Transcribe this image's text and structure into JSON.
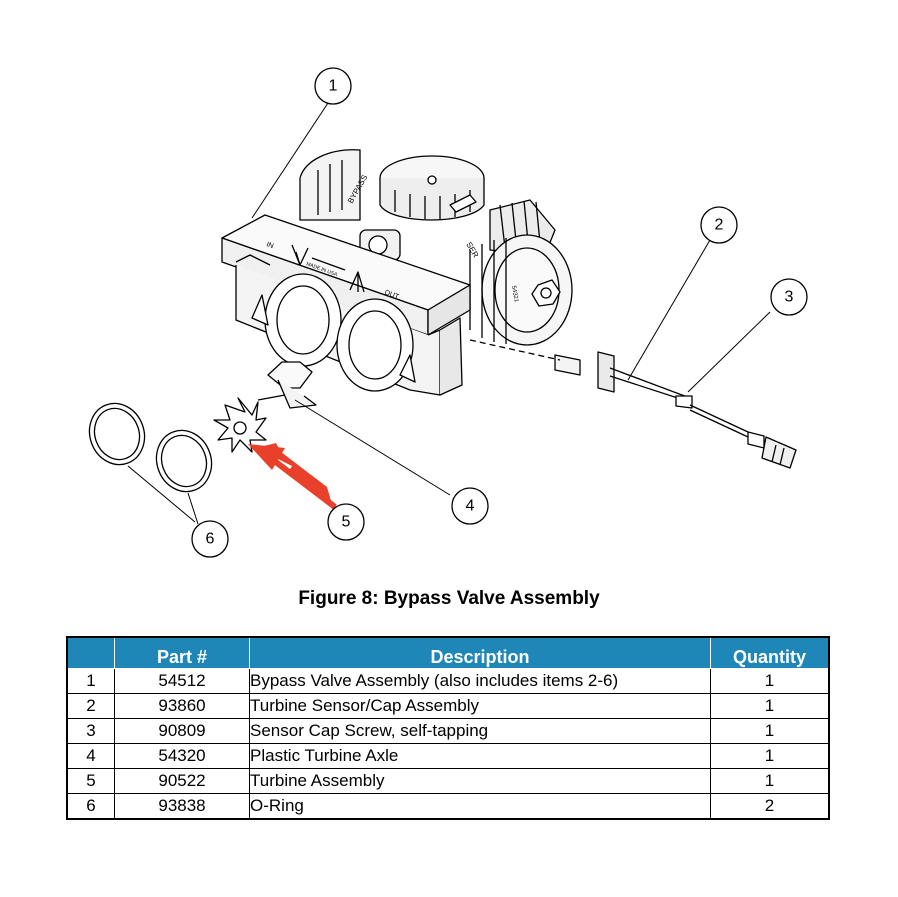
{
  "figure": {
    "caption": "Figure 8: Bypass Valve Assembly",
    "callouts": [
      "1",
      "2",
      "3",
      "4",
      "5",
      "6"
    ],
    "arrow_color": "#e8402a",
    "drawing_labels": {
      "in": "IN",
      "out": "OUT",
      "made_in": "MADE IN USA",
      "bypass": "BYPASS",
      "service": "SER",
      "part_number": "54321"
    }
  },
  "table": {
    "header_color": "#1f87b7",
    "headers": [
      "",
      "Part #",
      "Description",
      "Quantity"
    ],
    "rows": [
      {
        "item": "1",
        "part": "54512",
        "description": "Bypass Valve Assembly (also includes items 2-6)",
        "quantity": "1"
      },
      {
        "item": "2",
        "part": "93860",
        "description": "Turbine Sensor/Cap Assembly",
        "quantity": "1"
      },
      {
        "item": "3",
        "part": "90809",
        "description": "Sensor Cap Screw, self-tapping",
        "quantity": "1"
      },
      {
        "item": "4",
        "part": "54320",
        "description": "Plastic Turbine Axle",
        "quantity": "1"
      },
      {
        "item": "5",
        "part": "90522",
        "description": "Turbine Assembly",
        "quantity": "1"
      },
      {
        "item": "6",
        "part": "93838",
        "description": "O-Ring",
        "quantity": "2"
      }
    ]
  }
}
